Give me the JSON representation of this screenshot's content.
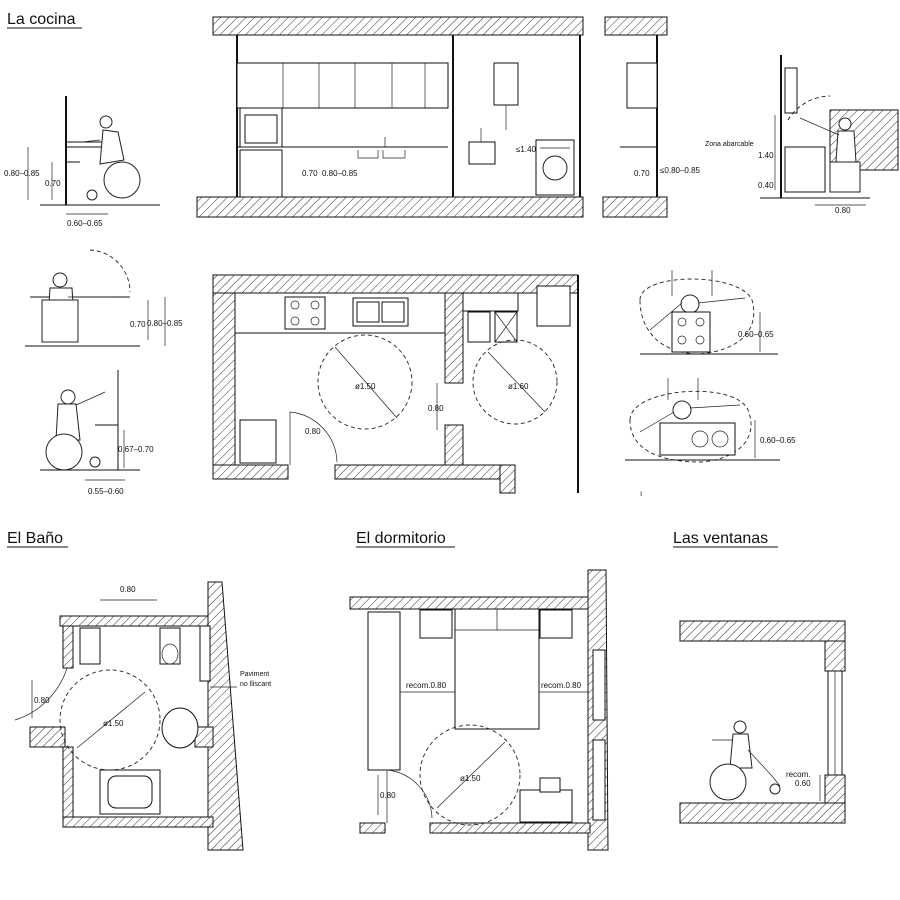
{
  "headings": {
    "kitchen": "La cocina",
    "bathroom": "El Baño",
    "bedroom": "El dormitorio",
    "windows": "Las ventanas"
  },
  "kitchen": {
    "side_height_range": "0.80–0.85",
    "side_knee": "0.70",
    "side_depth": "0.60–0.65",
    "elev_knee": "0.70",
    "elev_counter": "0.80–0.85",
    "elev_max": "≤1.40",
    "section_knee": "0.70",
    "section_counter": "≤0.80–0.85",
    "reach_label": "Zona abarcable",
    "reach_high": "1.40",
    "reach_low": "0.40",
    "reach_width": "0.80",
    "table_knee": "0.70",
    "table_counter": "0.80–0.85",
    "reach_up_height": "0.67–0.70",
    "reach_up_depth": "0.55–0.60",
    "plan_circle_a": "ø1.50",
    "plan_circle_b": "ø1.60",
    "plan_door": "0.80",
    "plan_passage": "0.80",
    "top_stove": "0.60–0.65",
    "top_sink": "0.60–0.65",
    "stray_mark": "ı"
  },
  "bathroom": {
    "top_width": "0.80",
    "door_width": "0.80",
    "circle": "ø1.50",
    "floor_note_1": "Paviment",
    "floor_note_2": "no lliscant"
  },
  "bedroom": {
    "clear_left": "recom.0.80",
    "clear_right": "recom.0.80",
    "circle": "ø1.50",
    "door": "0.80"
  },
  "windows": {
    "sill_1": "recom.",
    "sill_2": "0.60"
  }
}
